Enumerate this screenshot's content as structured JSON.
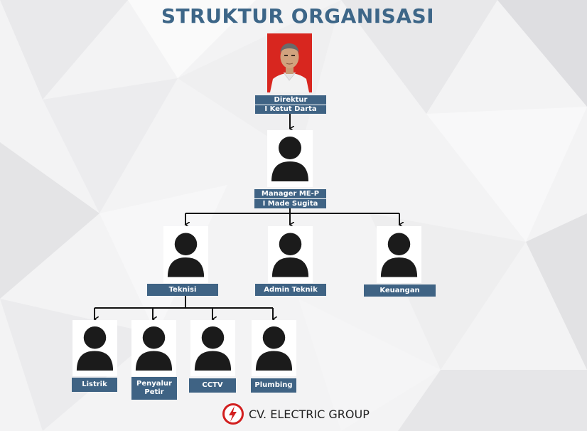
{
  "title": "STRUKTUR ORGANISASI",
  "director": {
    "role": "Direktur",
    "name": "I Ketut Darta"
  },
  "manager": {
    "role": "Manager ME-P",
    "name": "I Made Sugita"
  },
  "level3": [
    "Teknisi",
    "Admin Teknik",
    "Keuangan"
  ],
  "level4": [
    "Listrik",
    "Penyalur Petir",
    "CCTV",
    "Plumbing"
  ],
  "brand": {
    "name": "CV. ELECTRIC GROUP",
    "icon": "lightning-bolt-icon",
    "color": "#d21f1f"
  },
  "colors": {
    "title": "#3d6688",
    "label_bg": "#3f6384",
    "photo_bg": "#d8261f"
  }
}
